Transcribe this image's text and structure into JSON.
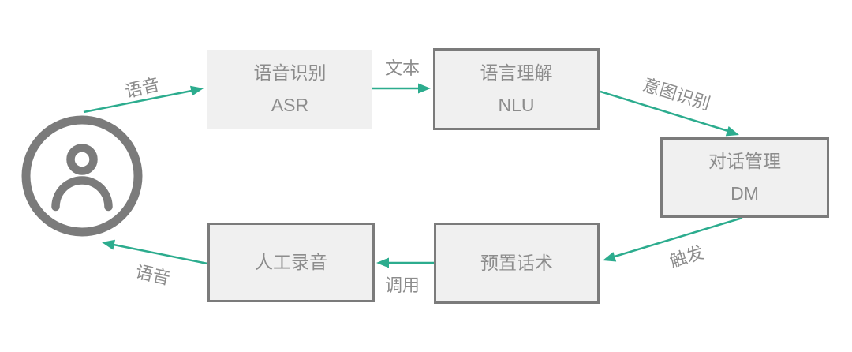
{
  "diagram": {
    "nodes": {
      "user": {
        "icon": "person-icon"
      },
      "asr": {
        "title": "语音识别",
        "subtitle": "ASR"
      },
      "nlu": {
        "title": "语言理解",
        "subtitle": "NLU"
      },
      "dm": {
        "title": "对话管理",
        "subtitle": "DM"
      },
      "preset_script": {
        "title": "预置话术"
      },
      "manual_recording": {
        "title": "人工录音"
      }
    },
    "edges": {
      "user_to_asr": {
        "label": "语音"
      },
      "asr_to_nlu": {
        "label": "文本"
      },
      "nlu_to_dm": {
        "label": "意图识别"
      },
      "dm_to_preset": {
        "label": "触发"
      },
      "preset_to_recording": {
        "label": "调用"
      },
      "recording_to_user": {
        "label": "语音"
      }
    },
    "colors": {
      "arrow": "#2CAC8E",
      "node_border": "#7B7B7B",
      "node_fill": "#F0F0F0",
      "text": "#8C8C8C"
    }
  }
}
